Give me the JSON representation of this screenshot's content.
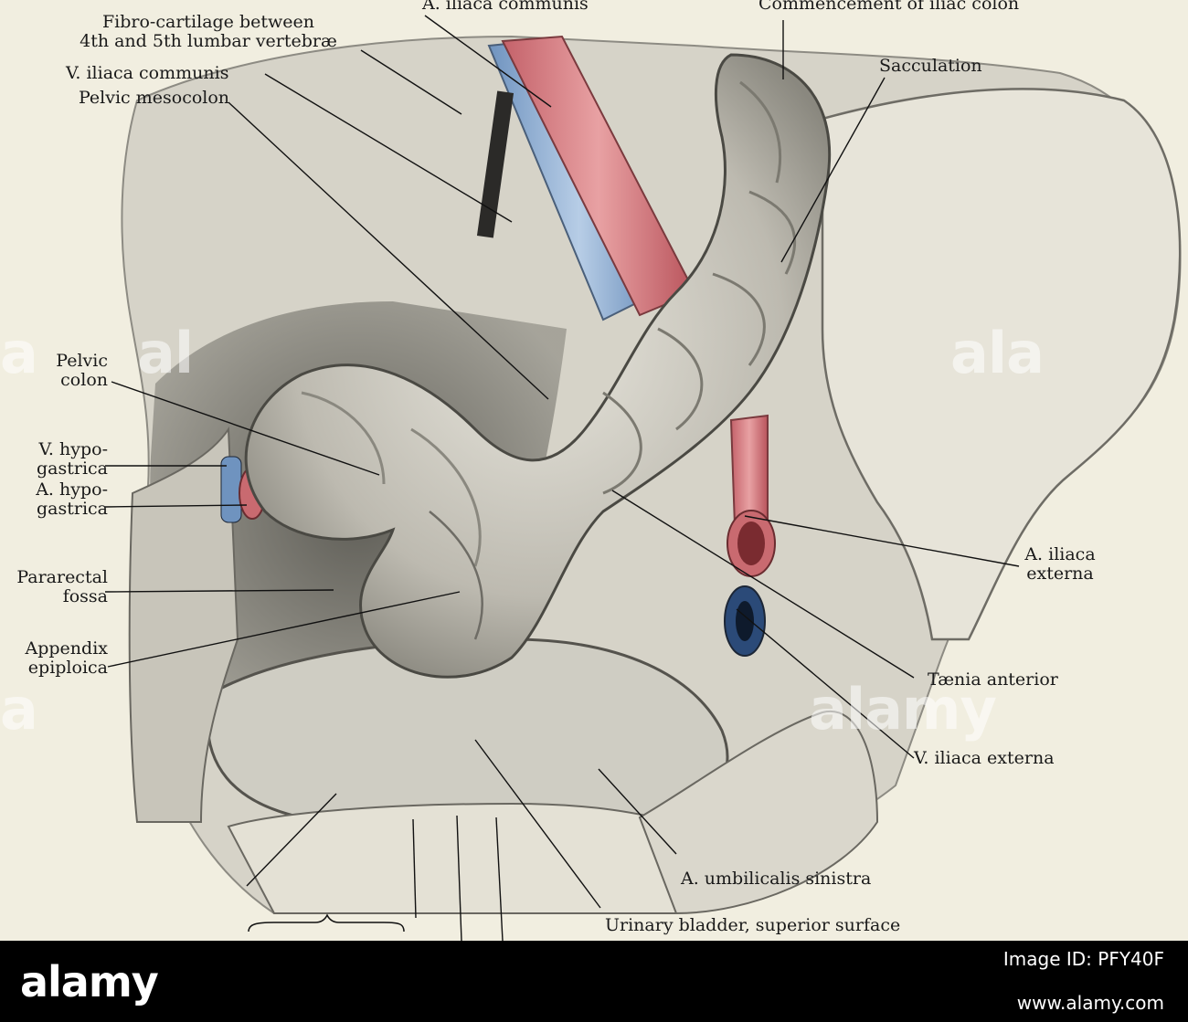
{
  "figure": {
    "labels": {
      "fibro_cartilage": "Fibro-cartilage between",
      "fibro_cartilage_2": "4th and 5th lumbar vertebræ",
      "a_iliaca_communis": "A. iliaca communis",
      "commencement_iliac_colon": "Commencement of iliac colon",
      "sacculation": "Sacculation",
      "v_iliaca_communis": "V. iliaca communis",
      "pelvic_mesocolon": "Pelvic mesocolon",
      "pelvic_colon_1": "Pelvic",
      "pelvic_colon_2": "colon",
      "v_hypogastrica_1": "V. hypo-",
      "v_hypogastrica_2": "gastrica",
      "a_hypogastrica_1": "A. hypo-",
      "a_hypogastrica_2": "gastrica",
      "pararectal_fossa_1": "Pararectal",
      "pararectal_fossa_2": "fossa",
      "appendix_epiploica_1": "Appendix",
      "appendix_epiploica_2": "epiploica",
      "a_iliaca_externa_1": "A. iliaca",
      "a_iliaca_externa_2": "externa",
      "taenia_anterior": "Tænia anterior",
      "v_iliaca_externa": "V. iliaca externa",
      "a_umbilicalis_sinistra": "A. umbilicalis sinistra",
      "urinary_bladder": "Urinary bladder, superior surface"
    },
    "colors": {
      "artery": "#d9868a",
      "vein": "#9ab7d8",
      "background": "#f1eee0",
      "tissue": "#cfcdc4"
    }
  },
  "watermark": {
    "logo": "alamy",
    "image_id": "Image ID: PFY40F",
    "url": "www.alamy.com"
  }
}
